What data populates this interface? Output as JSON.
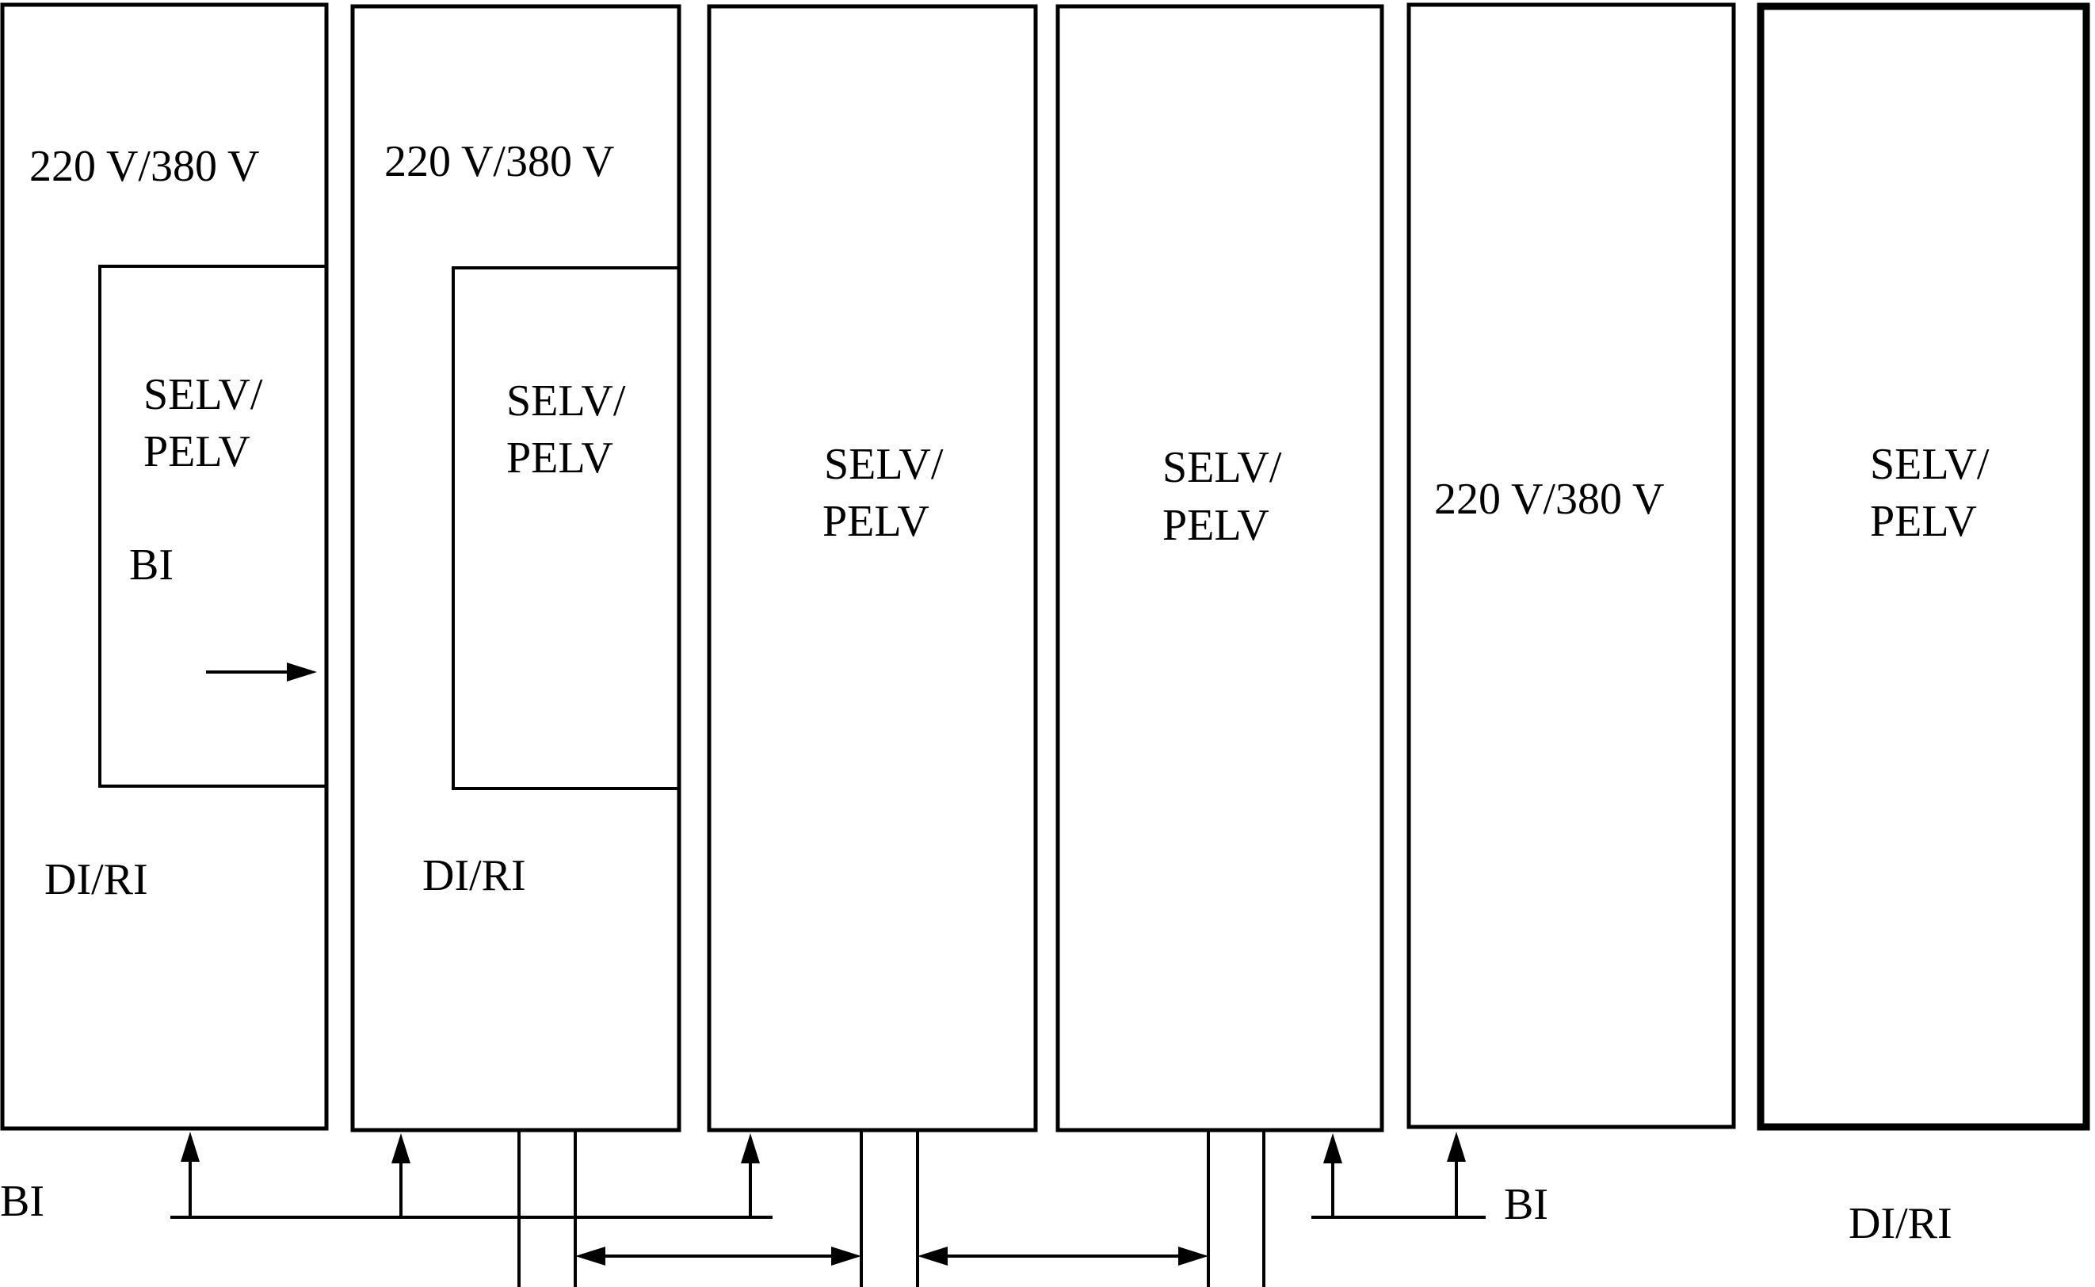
{
  "labels": {
    "voltage": "220 V/380 V",
    "selv": "SELV/",
    "pelv": "PELV",
    "bi": "BI",
    "di_ri": "DI/RI"
  }
}
